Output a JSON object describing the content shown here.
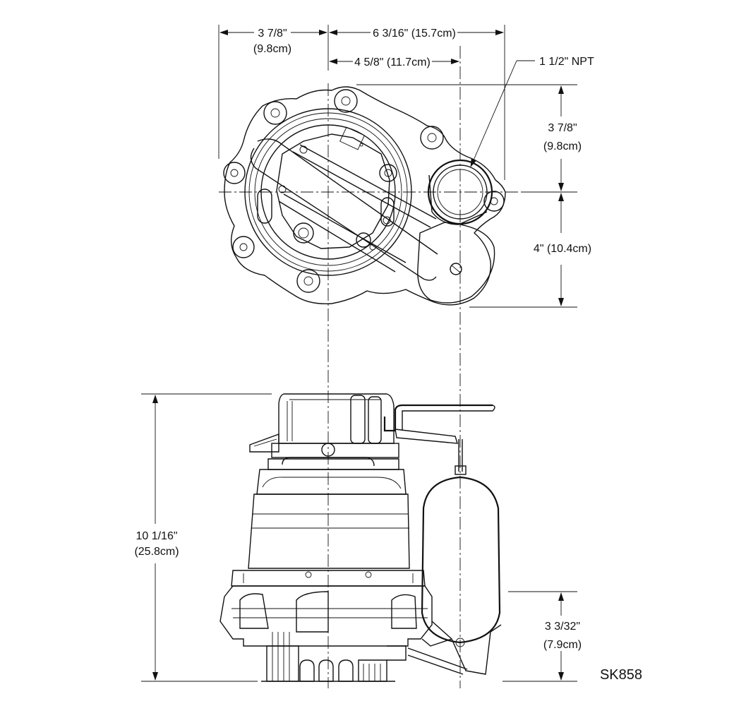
{
  "dimensions": {
    "top_left_width": "3 7/8\"",
    "top_left_width_metric": "(9.8cm)",
    "top_right_width": "6 3/16\" (15.7cm)",
    "inner_width": "4 5/8\" (11.7cm)",
    "right_upper_height": "3 7/8\"",
    "right_upper_height_metric": "(9.8cm)",
    "right_lower_height": "4\" (10.4cm)",
    "overall_height": "10 1/16\"",
    "overall_height_metric": "(25.8cm)",
    "base_height": "3 3/32\"",
    "base_height_metric": "(7.9cm)"
  },
  "callouts": {
    "discharge": "1 1/2\" NPT"
  },
  "part_number": "SK858"
}
